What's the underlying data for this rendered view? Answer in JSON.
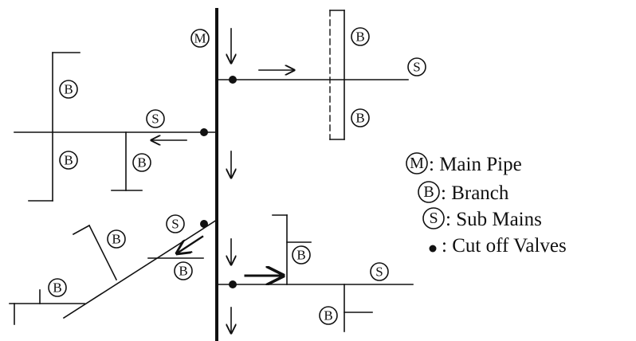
{
  "symbols": {
    "main": "M",
    "branch": "B",
    "sub": "S"
  },
  "legend": [
    {
      "symbol": "M",
      "text": ": Main Pipe"
    },
    {
      "symbol": "B",
      "text": ": Branch"
    },
    {
      "symbol": "S",
      "text": ": Sub Mains"
    },
    {
      "symbol": "dot",
      "text": ": Cut off Valves"
    }
  ]
}
